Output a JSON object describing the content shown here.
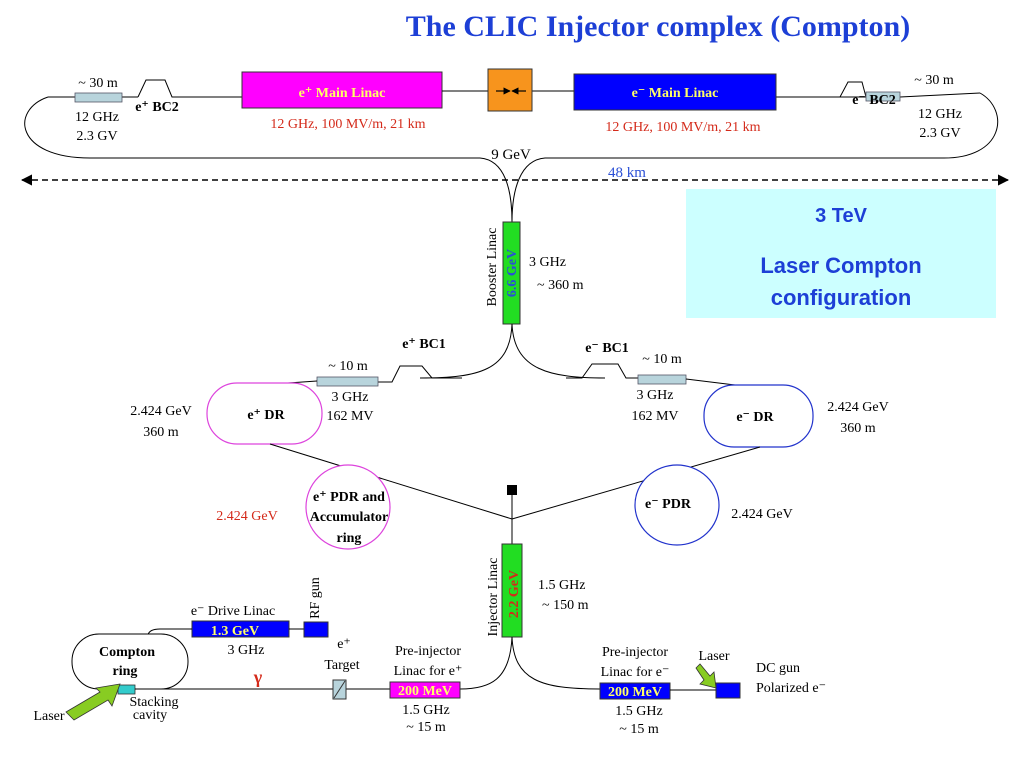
{
  "title": "The CLIC Injector complex (Compton)",
  "main_linac": {
    "positron": {
      "label": "e⁺ Main Linac",
      "params": "12 GHz, 100 MV/m, 21 km"
    },
    "electron": {
      "label": "e⁻ Main Linac",
      "params": "12 GHz, 100 MV/m, 21 km"
    }
  },
  "bc2": {
    "positron": {
      "label": "e⁺ BC2",
      "length": "~ 30 m",
      "freq": "12 GHz",
      "voltage": "2.3 GV"
    },
    "electron": {
      "label": "e⁻ BC2",
      "length": "~ 30 m",
      "freq": "12 GHz",
      "voltage": "2.3 GV"
    }
  },
  "energy_9gev": "9 GeV",
  "distance": "48 km",
  "info_box": {
    "line1": "3 TeV",
    "line2": "Laser Compton",
    "line3": "configuration"
  },
  "booster": {
    "label": "Booster Linac",
    "energy": "6.6 GeV",
    "freq": "3 GHz",
    "length": "~ 360 m"
  },
  "bc1": {
    "positron": {
      "label": "e⁺ BC1",
      "length": "~ 10 m",
      "freq": "3 GHz",
      "voltage": "162 MV"
    },
    "electron": {
      "label": "e⁻ BC1",
      "length": "~ 10 m",
      "freq": "3 GHz",
      "voltage": "162 MV"
    }
  },
  "dr": {
    "positron": {
      "label": "e⁺ DR",
      "energy": "2.424 GeV",
      "circ": "360 m"
    },
    "electron": {
      "label": "e⁻ DR",
      "energy": "2.424 GeV",
      "circ": "360 m"
    }
  },
  "pdr": {
    "positron": {
      "label_l1": "e⁺ PDR and",
      "label_l2": "Accumulator",
      "label_l3": "ring",
      "energy": "2.424 GeV"
    },
    "electron": {
      "label": "e⁻ PDR",
      "energy": "2.424 GeV"
    }
  },
  "injector": {
    "label": "Injector Linac",
    "energy": "2.2 GeV",
    "freq": "1.5 GHz",
    "length": "~ 150 m"
  },
  "drive_linac": {
    "label": "e⁻ Drive Linac",
    "energy": "1.3 GeV",
    "freq": "3 GHz"
  },
  "rf_gun": "RF gun",
  "compton_ring": {
    "l1": "Compton",
    "l2": "ring"
  },
  "stacking": {
    "l1": "Stacking",
    "l2": "cavity"
  },
  "laser_left": "Laser",
  "gamma": "γ",
  "target": {
    "l1": "e⁺",
    "l2": "Target"
  },
  "preinj_pos": {
    "l1": "Pre-injector",
    "l2": "Linac for e⁺",
    "energy": "200 MeV",
    "freq": "1.5 GHz",
    "length": "~ 15 m"
  },
  "preinj_ele": {
    "l1": "Pre-injector",
    "l2": "Linac for e⁻",
    "energy": "200 MeV",
    "freq": "1.5 GHz",
    "length": "~ 15 m"
  },
  "laser_right": "Laser",
  "dc_gun": {
    "l1": "DC gun",
    "l2": "Polarized e⁻"
  },
  "colors": {
    "positron_linac": "#ff00ff",
    "electron_linac": "#0000ff",
    "linac_green": "#22dd22",
    "info_bg": "#ccffff",
    "title": "#1d3fd6",
    "param_red": "#d42a1a",
    "dr_positron": "#dd44dd",
    "dr_electron": "#2233cc",
    "ip_orange": "#f7941d",
    "bc2_steel": "#b8d4dc",
    "stacking_cyan": "#33cccc",
    "laser_green": "#88cc22"
  }
}
